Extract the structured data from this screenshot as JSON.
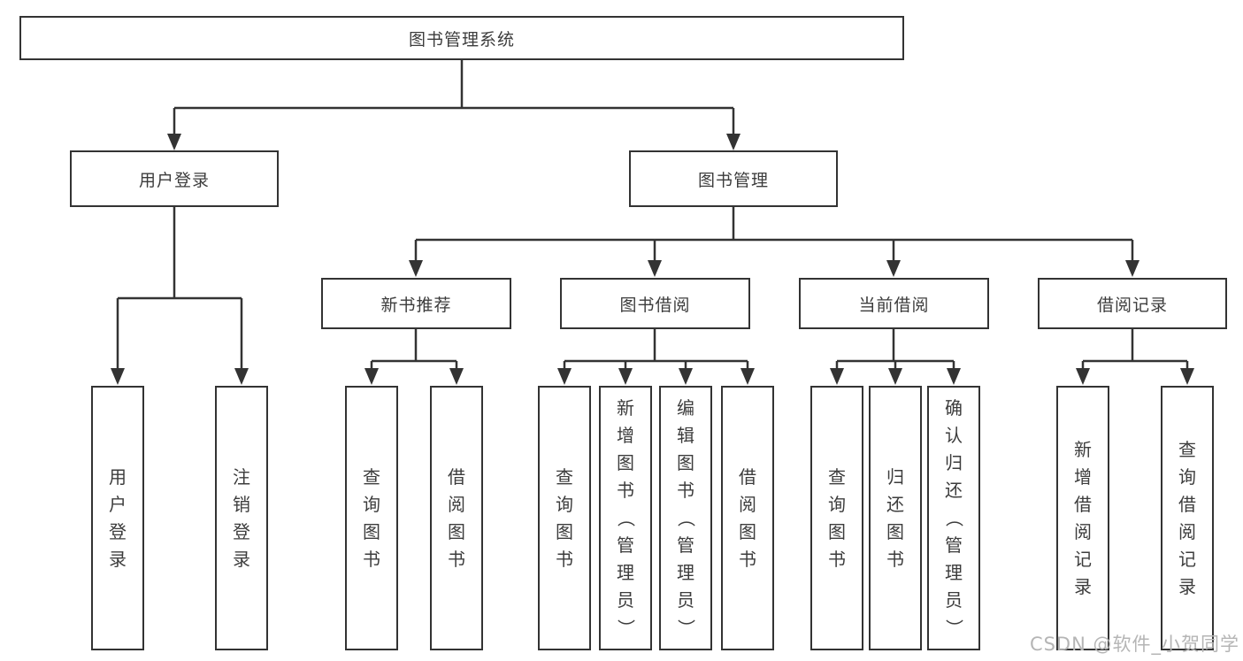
{
  "diagram": {
    "root": "图书管理系统",
    "level2": {
      "user_login": "用户登录",
      "book_management": "图书管理"
    },
    "level3": {
      "recommend": "新书推荐",
      "borrow": "图书借阅",
      "current": "当前借阅",
      "records": "借阅记录"
    },
    "leaves": {
      "login": [
        "用户登录",
        "注销登录"
      ],
      "recommend": [
        "查询图书",
        "借阅图书"
      ],
      "borrow": [
        "查询图书",
        "新增图书（管理员）",
        "编辑图书（管理员）",
        "借阅图书"
      ],
      "current": [
        "查询图书",
        "归还图书",
        "确认归还（管理员）"
      ],
      "records": [
        "新增借阅记录",
        "查询借阅记录"
      ]
    }
  },
  "watermark": {
    "text": "CSDN @软件_小贺同学"
  },
  "colors": {
    "line": "#333333",
    "box_border": "#333333",
    "text": "#3c3c3c",
    "watermark": "#b5b5b5",
    "background": "#ffffff"
  }
}
